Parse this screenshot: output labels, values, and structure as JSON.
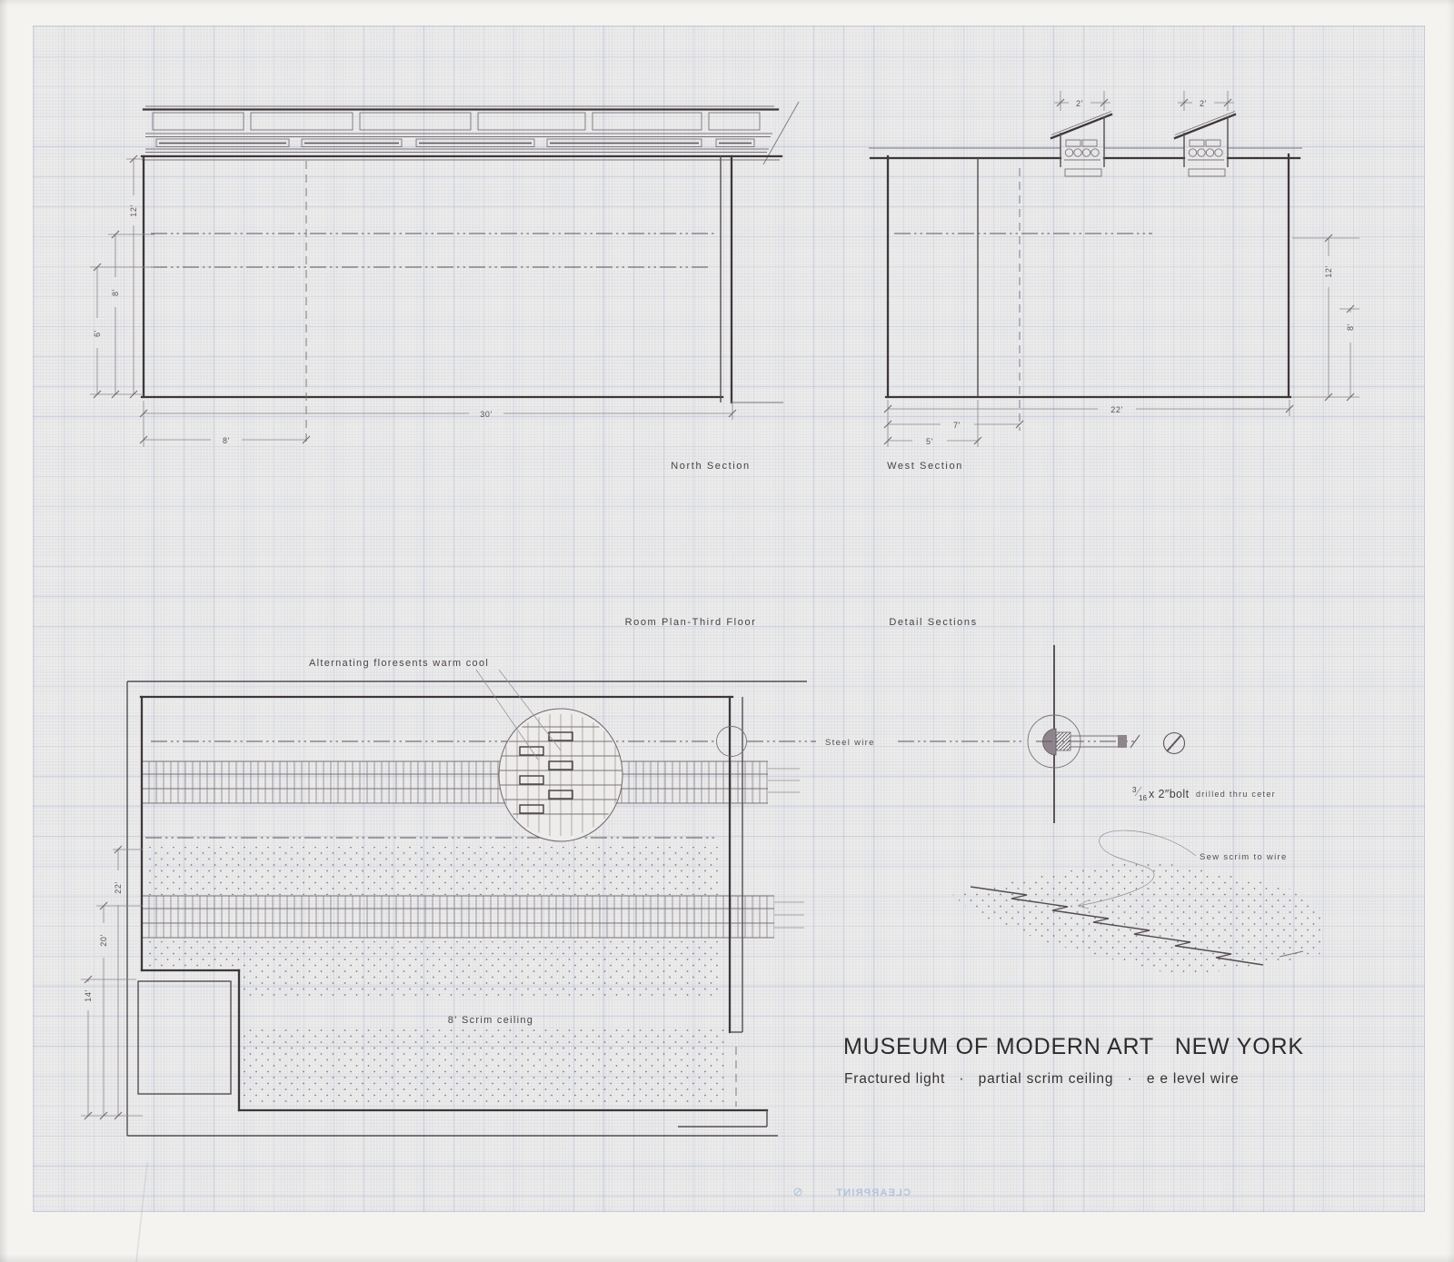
{
  "sheet": {
    "title": "MUSEUM OF MODERN ART   NEW YORK",
    "subtitle": "Fractured light   ·   partial scrim ceiling   ·   e e level wire",
    "watermark": "CLEARPRINT",
    "colors": {
      "paper": "#f4f3f0",
      "graph_paper": "#edecea",
      "grid_blue": "#a2aecd",
      "ink_heavy": "#3e373a",
      "ink_light": "#8d858b",
      "watermark_blue": "#a9bedd"
    }
  },
  "views": {
    "north_section": {
      "label": "North Section",
      "dims": {
        "width": "30'",
        "bay": "8'",
        "height": "12'",
        "upper_wire": "8'",
        "lower_wire": "6'"
      }
    },
    "west_section": {
      "label": "West Section",
      "dims": {
        "width": "22'",
        "bay_a": "7'",
        "bay_b": "5'",
        "height": "12'",
        "wire": "8'",
        "monitor_a": "2'",
        "monitor_b": "2'"
      }
    },
    "room_plan": {
      "label": "Room Plan-Third Floor",
      "fluorescents_note": "Alternating floresents warm cool",
      "scrim_note": "8' Scrim ceiling",
      "dims": {
        "inner": "22'",
        "middle": "20'",
        "outer": "14'"
      }
    },
    "detail_sections": {
      "label": "Detail Sections",
      "steel_wire_note": "Steel wire",
      "bolt": {
        "fraction_numerator": "3",
        "fraction_denominator": "16",
        "size_text": "x 2″bolt",
        "note": "drilled thru ceter"
      },
      "sew_note": "Sew scrim to wire"
    }
  }
}
